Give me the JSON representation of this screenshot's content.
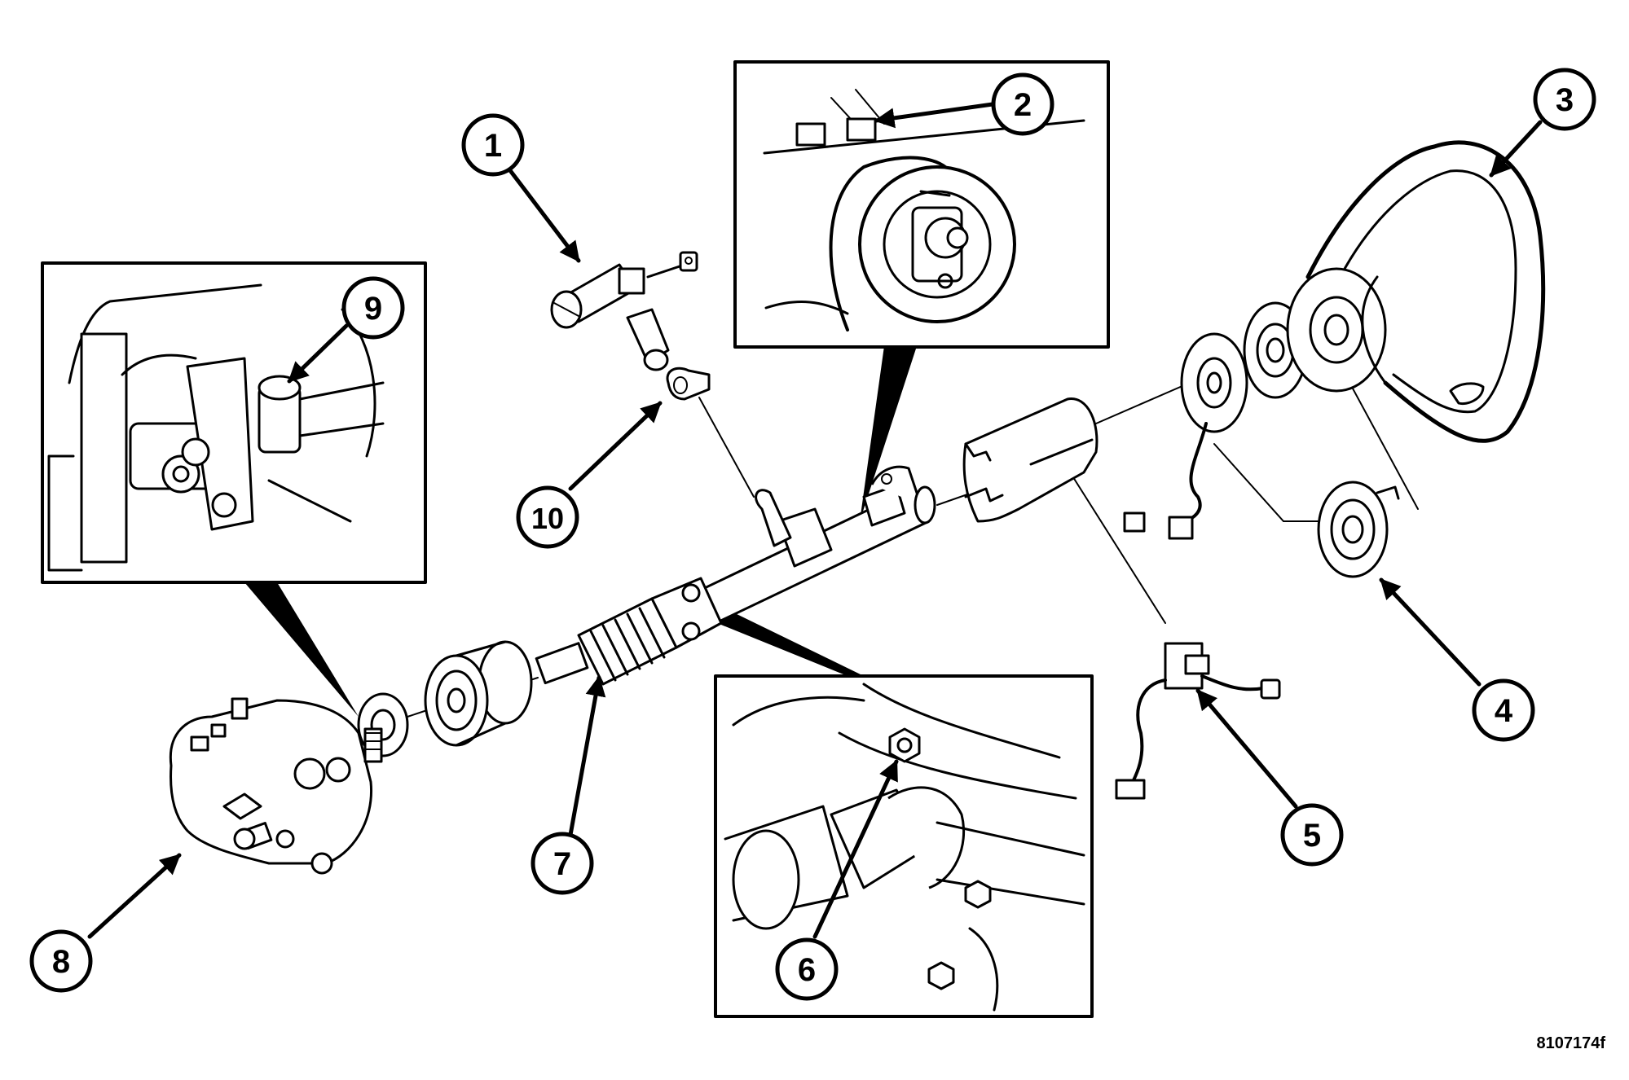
{
  "figure_id": "8107174f",
  "callouts": [
    {
      "id": "1",
      "label": "1"
    },
    {
      "id": "2",
      "label": "2"
    },
    {
      "id": "3",
      "label": "3"
    },
    {
      "id": "4",
      "label": "4"
    },
    {
      "id": "5",
      "label": "5"
    },
    {
      "id": "6",
      "label": "6"
    },
    {
      "id": "7",
      "label": "7"
    },
    {
      "id": "8",
      "label": "8"
    },
    {
      "id": "9",
      "label": "9"
    },
    {
      "id": "10",
      "label": "10"
    }
  ],
  "colors": {
    "ink": "#000000",
    "paper": "#ffffff"
  }
}
